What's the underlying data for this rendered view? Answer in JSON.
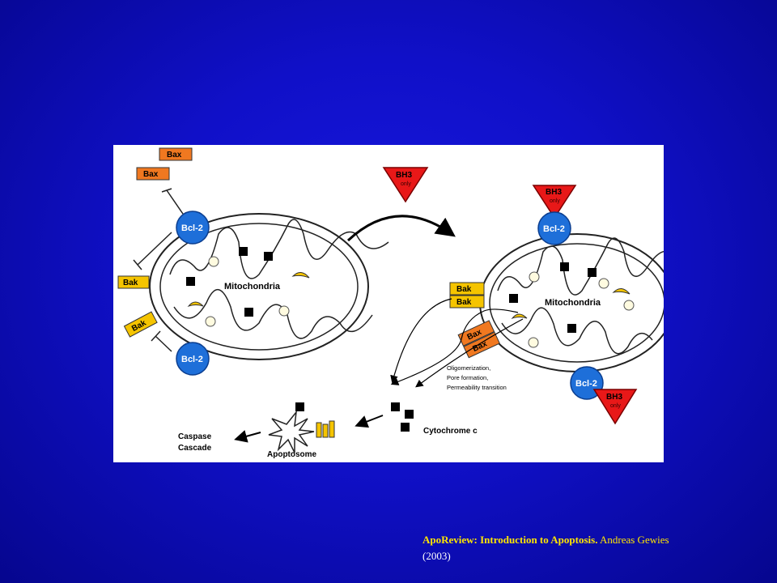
{
  "figure": {
    "left_mito": {
      "label": "Mitochondria",
      "bcl2_top": "Bcl-2",
      "bcl2_bottom": "Bcl-2",
      "bax_1": "Bax",
      "bax_2": "Bax",
      "bak_1": "Bak",
      "bak_2": "Bak"
    },
    "bh3_center": {
      "line1": "BH3",
      "line2": "only"
    },
    "right_mito": {
      "label": "Mitochondria",
      "bcl2_top": "Bcl-2",
      "bcl2_bottom": "Bcl-2",
      "bh3_top": {
        "line1": "BH3",
        "line2": "only"
      },
      "bh3_bottom": {
        "line1": "BH3",
        "line2": "only"
      },
      "bak_1": "Bak",
      "bak_2": "Bak",
      "bax_1": "Bax",
      "bax_2": "Bax"
    },
    "process_notes": [
      "Oligomerization,",
      "Pore formation,",
      "Permeability transition"
    ],
    "cytochrome_label": "Cytochrome c",
    "apoptosome_label": "Apoptosome",
    "caspase_label": [
      "Caspase",
      "Cascade"
    ],
    "colors": {
      "bcl2": "#1e6fd9",
      "bax": "#f07820",
      "bak": "#f5c400",
      "bh3": "#e81818",
      "cytochrome": "#000000"
    }
  },
  "citation": {
    "title": "ApoReview: Introduction to Apoptosis.",
    "author": " Andreas Gewies",
    "year": "(2003)"
  }
}
